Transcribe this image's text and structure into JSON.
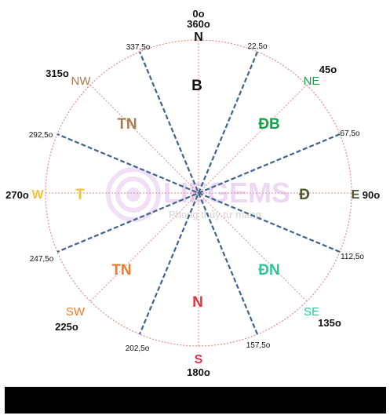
{
  "diagram": {
    "colors": {
      "circle": "#e88a8a",
      "dashed_lines": "#3d6490",
      "north": "#111111",
      "northeast": "#14a24a",
      "east": "#4b5b2a",
      "southeast": "#2bc79a",
      "south": "#e0333b",
      "southwest": "#f07a2a",
      "west": "#f2c335",
      "northwest": "#a87a52",
      "degree_text": "#111111"
    },
    "top_labels": {
      "deg0": "0o",
      "deg360": "360o"
    },
    "cardinals": {
      "N": "N",
      "NE": "NE",
      "E": "E",
      "SE": "SE",
      "S": "S",
      "SW": "SW",
      "W": "W",
      "NW": "NW"
    },
    "main_degrees": {
      "ne": "45o",
      "e": "90o",
      "se": "135o",
      "s": "180o",
      "sw": "225o",
      "w": "270o",
      "nw": "315o"
    },
    "boundary_degrees": {
      "b1": "22,5o",
      "b2": "67,5o",
      "b3": "112,5o",
      "b4": "157,5o",
      "b5": "202,5o",
      "b6": "247,5o",
      "b7": "292,5o",
      "b8": "337,5o"
    },
    "inner_labels": {
      "north": "B",
      "northeast": "ĐB",
      "east": "Đ",
      "southeast": "ĐN",
      "south": "N",
      "southwest": "TN",
      "west": "T",
      "northwest": "TN"
    },
    "watermark": {
      "brand": "LIEGEMS",
      "tagline": "Phong thủy tự mang"
    }
  }
}
